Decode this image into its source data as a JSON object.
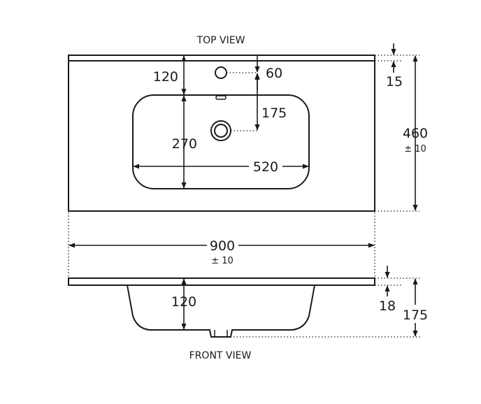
{
  "views": {
    "top_title": "TOP VIEW",
    "front_title": "FRONT VIEW"
  },
  "dimensions": {
    "top_to_basin": "120",
    "tap_hole_offset": "60",
    "tap_to_drain": "175",
    "basin_depth": "270",
    "basin_width": "520",
    "rim_thickness_top": "15",
    "overall_depth": "460",
    "overall_depth_tolerance": "± 10",
    "overall_width": "900",
    "overall_width_tolerance": "± 10",
    "bowl_depth_front": "120",
    "rim_thickness_front": "18",
    "overall_height": "175"
  },
  "colors": {
    "ink": "#1a1a1a",
    "background": "#ffffff"
  }
}
